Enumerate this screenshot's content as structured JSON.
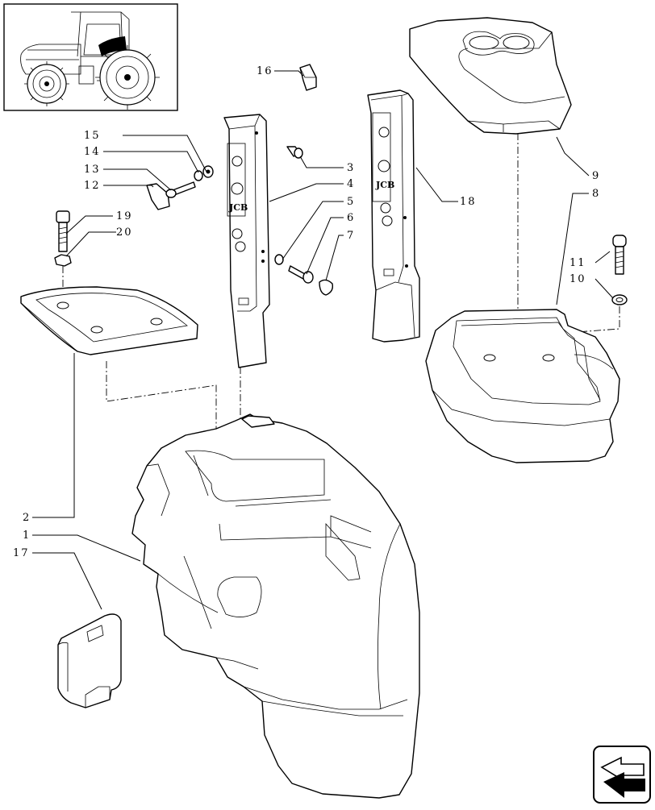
{
  "callouts": [
    {
      "id": "c1",
      "label": "1"
    },
    {
      "id": "c2",
      "label": "2"
    },
    {
      "id": "c3",
      "label": "3"
    },
    {
      "id": "c4",
      "label": "4"
    },
    {
      "id": "c5",
      "label": "5"
    },
    {
      "id": "c6",
      "label": "6"
    },
    {
      "id": "c7",
      "label": "7"
    },
    {
      "id": "c8",
      "label": "8"
    },
    {
      "id": "c9",
      "label": "9"
    },
    {
      "id": "c10",
      "label": "10"
    },
    {
      "id": "c11",
      "label": "11"
    },
    {
      "id": "c12",
      "label": "12"
    },
    {
      "id": "c13",
      "label": "13"
    },
    {
      "id": "c14",
      "label": "14"
    },
    {
      "id": "c15",
      "label": "15"
    },
    {
      "id": "c16",
      "label": "16"
    },
    {
      "id": "c17",
      "label": "17"
    },
    {
      "id": "c18",
      "label": "18"
    },
    {
      "id": "c19",
      "label": "19"
    },
    {
      "id": "c20",
      "label": "20"
    }
  ],
  "post_badge": "JCB",
  "icons": {
    "thumbnail": "tractor-location-thumbnail",
    "navigation": "next-page-arrow-icon"
  }
}
